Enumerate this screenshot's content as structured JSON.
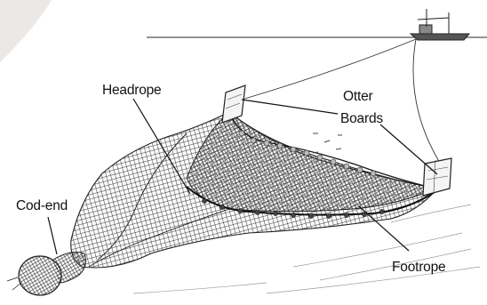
{
  "diagram": {
    "labels": {
      "headrope": "Headrope",
      "otter": "Otter",
      "boards": "Boards",
      "cod_end": "Cod-end",
      "footrope": "Footrope"
    },
    "colors": {
      "ink": "#1a1a1a",
      "net": "#333333",
      "corner_shadow": "#e6e2e0",
      "seabed": "#d9d9d9"
    },
    "icons": [
      "trawler-boat-icon",
      "otter-board-icon",
      "trawl-net-icon",
      "float-icon"
    ]
  }
}
